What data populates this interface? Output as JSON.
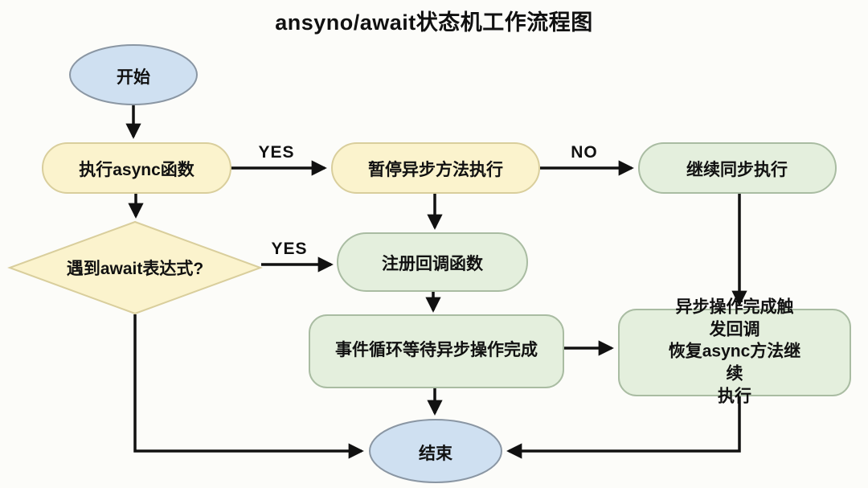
{
  "title": "ansyno/await状态机工作流程图",
  "nodes": {
    "start": {
      "label": "开始",
      "shape": "ellipse",
      "fill": "#cfe0f1"
    },
    "exec_async": {
      "label": "执行async函数",
      "shape": "stadium",
      "fill": "#fbf3cd"
    },
    "pause_async": {
      "label": "暂停异步方法执行",
      "shape": "stadium",
      "fill": "#fbf3cd"
    },
    "continue_sync": {
      "label": "继续同步执行",
      "shape": "stadium",
      "fill": "#e4efdd"
    },
    "await_decision": {
      "label": "遇到await表达式?",
      "shape": "diamond",
      "fill": "#fbf3cd"
    },
    "register_callback": {
      "label": "注册回调函数",
      "shape": "stadium",
      "fill": "#e4efdd"
    },
    "event_loop": {
      "label": "事件循环等待异步操作完成",
      "shape": "rounded",
      "fill": "#e4efdd"
    },
    "resume_async": {
      "label": "异步操作完成触发回调\n恢复async方法继续\n执行",
      "shape": "rounded",
      "fill": "#e4efdd"
    },
    "end": {
      "label": "结束",
      "shape": "ellipse",
      "fill": "#cfe0f1"
    }
  },
  "edges": [
    {
      "from": "start",
      "to": "exec_async",
      "label": ""
    },
    {
      "from": "exec_async",
      "to": "pause_async",
      "label": "YES"
    },
    {
      "from": "pause_async",
      "to": "continue_sync",
      "label": "NO"
    },
    {
      "from": "exec_async",
      "to": "await_decision",
      "label": ""
    },
    {
      "from": "await_decision",
      "to": "register_callback",
      "label": "YES"
    },
    {
      "from": "pause_async",
      "to": "register_callback",
      "label": ""
    },
    {
      "from": "register_callback",
      "to": "event_loop",
      "label": ""
    },
    {
      "from": "event_loop",
      "to": "resume_async",
      "label": ""
    },
    {
      "from": "continue_sync",
      "to": "resume_async",
      "label": ""
    },
    {
      "from": "event_loop",
      "to": "end",
      "label": ""
    },
    {
      "from": "await_decision",
      "to": "end",
      "label": ""
    },
    {
      "from": "resume_async",
      "to": "end",
      "label": ""
    }
  ],
  "colors": {
    "background": "#fcfcf9",
    "terminator_fill": "#cfe0f1",
    "terminator_border": "#8a96a3",
    "yellow_fill": "#fbf3cd",
    "yellow_border": "#d9ce9c",
    "green_fill": "#e4efdd",
    "green_border": "#a9bca2",
    "arrow": "#111111",
    "text": "#111111"
  }
}
